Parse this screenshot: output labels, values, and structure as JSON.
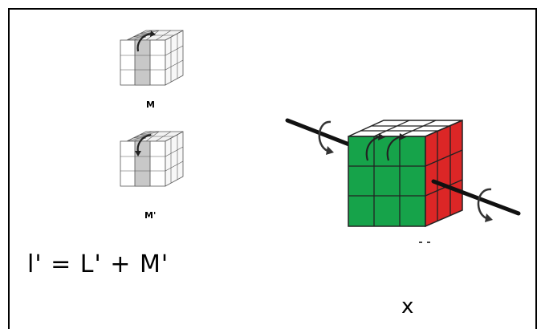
{
  "small_cubes": [
    {
      "label": "M"
    },
    {
      "label": "M'"
    }
  ],
  "formula": "l' = L' + M'",
  "axis_label": "x",
  "colors": {
    "green": "#16a34a",
    "red": "#dc2626",
    "white": "#ffffff",
    "slice_gray": "#c8c8c8"
  }
}
